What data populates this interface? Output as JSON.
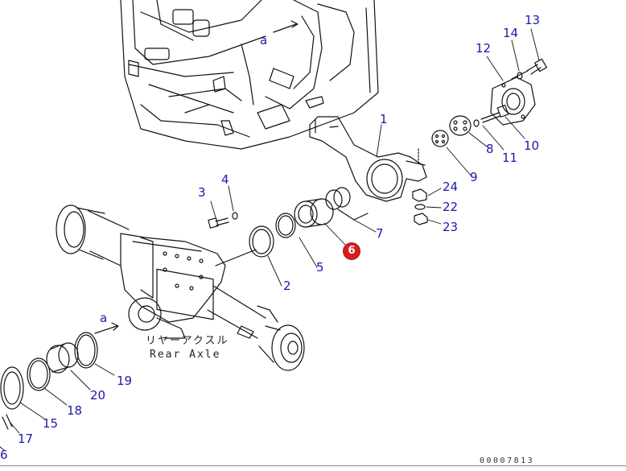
{
  "labels": {
    "p1": "1",
    "p2": "2",
    "p3": "3",
    "p4": "4",
    "p5": "5",
    "p6": "6",
    "p7": "7",
    "p8": "8",
    "p9": "9",
    "p10": "10",
    "p11": "11",
    "p12": "12",
    "p13": "13",
    "p14": "14",
    "p15": "15",
    "p16": "6",
    "p17": "17",
    "p18": "18",
    "p19": "19",
    "p20": "20",
    "p22": "22",
    "p23": "23",
    "p24": "24"
  },
  "view_marker_upper": "a",
  "view_marker_lower": "a",
  "caption_jp": "リヤーアクスル",
  "caption_en": "Rear Axle",
  "drawing_code": "00007813",
  "highlight_color": "#d61f1f",
  "callout_color": "#1a1aa8"
}
